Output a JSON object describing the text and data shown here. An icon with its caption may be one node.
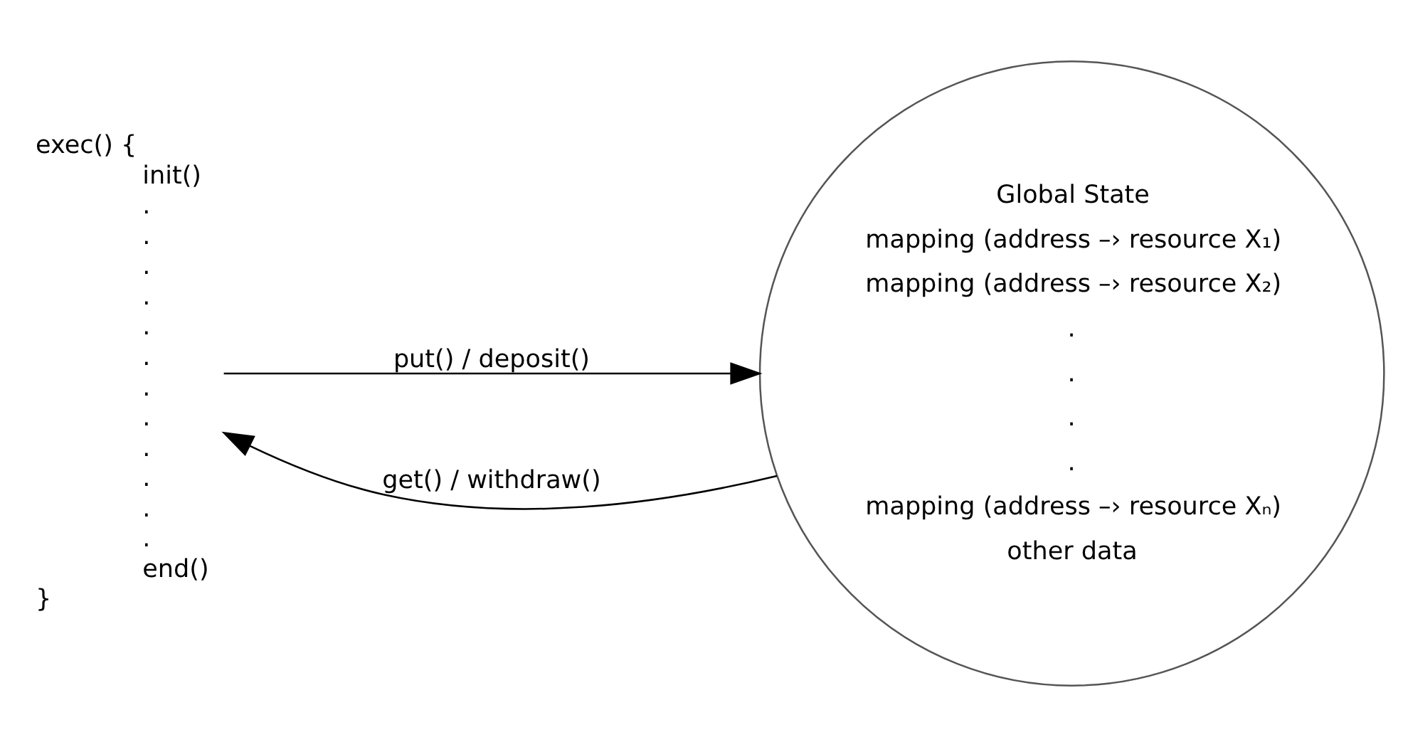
{
  "diagram": {
    "nodes": [
      {
        "text": [
          "exec() {",
          "init()",
          ".",
          ".",
          ".",
          ".",
          ".",
          ".",
          ".",
          ".",
          ".",
          ".",
          ".",
          ".",
          "end()",
          "}"
        ]
      },
      {
        "text": [
          "Global State",
          "mapping (address –› resource X₁)",
          "mapping (address –› resource X₂)",
          ".",
          ".",
          ".",
          ".",
          "mapping (address –› resource Xₙ)",
          "other data"
        ]
      }
    ],
    "edges": [
      {
        "from": 1,
        "to": 0,
        "arrow": "to",
        "label": "get() / withdraw()"
      },
      {
        "from": 0,
        "to": 1,
        "arrow": "to",
        "label": "put() / deposit()"
      }
    ]
  }
}
